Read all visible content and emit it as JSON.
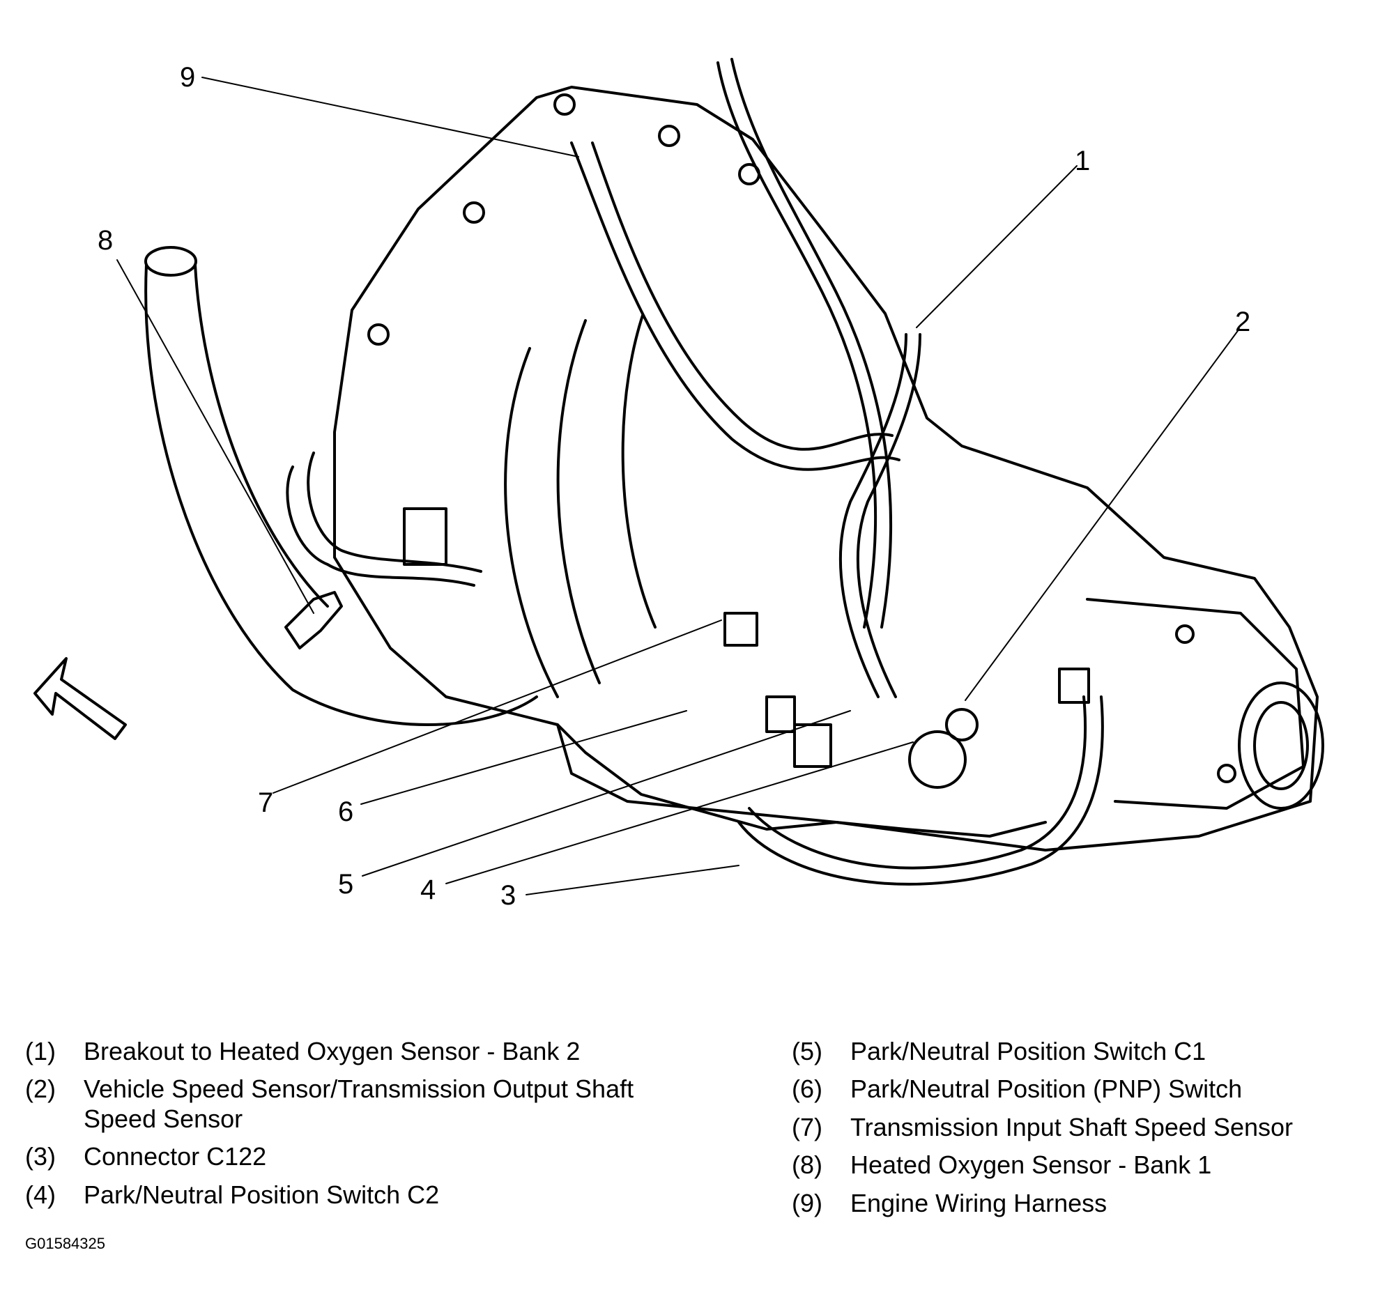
{
  "callouts": [
    "1",
    "2",
    "3",
    "4",
    "5",
    "6",
    "7",
    "8",
    "9"
  ],
  "legend": [
    {
      "num": "(1)",
      "text": "Breakout to Heated Oxygen Sensor - Bank 2"
    },
    {
      "num": "(2)",
      "text": "Vehicle Speed Sensor/Transmission Output Shaft Speed Sensor"
    },
    {
      "num": "(3)",
      "text": "Connector C122"
    },
    {
      "num": "(4)",
      "text": "Park/Neutral Position Switch C2"
    },
    {
      "num": "(5)",
      "text": "Park/Neutral Position Switch C1"
    },
    {
      "num": "(6)",
      "text": "Park/Neutral Position (PNP) Switch"
    },
    {
      "num": "(7)",
      "text": "Transmission Input Shaft Speed Sensor"
    },
    {
      "num": "(8)",
      "text": "Heated Oxygen Sensor - Bank 1"
    },
    {
      "num": "(9)",
      "text": "Engine Wiring Harness"
    }
  ],
  "figure_id": "G01584325"
}
